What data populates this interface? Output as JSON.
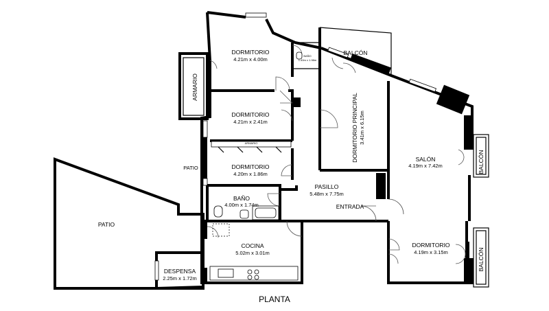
{
  "plan_title": "PLANTA",
  "rooms": {
    "dormitorio1": {
      "name": "DORMITORIO",
      "dim": "4.21m x 4.00m"
    },
    "dormitorio2": {
      "name": "DORMITORIO",
      "dim": "4.21m x 2.41m"
    },
    "dormitorio3": {
      "name": "DORMITORIO",
      "dim": "4.20m x 1.86m"
    },
    "bano1": {
      "name": "BAÑO",
      "dim": "4.00m x 1.74m"
    },
    "cocina": {
      "name": "COCINA",
      "dim": "5.02m x 3.01m"
    },
    "despensa": {
      "name": "DESPENSA",
      "dim": "2.25m x 1.72m"
    },
    "pasillo": {
      "name": "PASILLO",
      "dim": "5.48m x 7.75m"
    },
    "dormitorio_principal": {
      "name": "DORMITORIO PRINCIPAL",
      "dim": "3.41m x 6.15m"
    },
    "salon": {
      "name": "SALÓN",
      "dim": "4.19m x 7.42m"
    },
    "dormitorio4": {
      "name": "DORMITORIO",
      "dim": "4.19m x 3.15m"
    },
    "bano2": {
      "name": "BAÑO",
      "dim": "1.40m x 1.98m"
    }
  },
  "labels": {
    "armario": "ARMARIO",
    "armario_small": "ARMARIO",
    "patio_big": "PATIO",
    "patio_small": "PATIO",
    "entrada": "ENTRADA",
    "balcon_top": "BALCÓN",
    "balcon_right1": "BALCÓN",
    "balcon_right2": "BALCÓN"
  }
}
